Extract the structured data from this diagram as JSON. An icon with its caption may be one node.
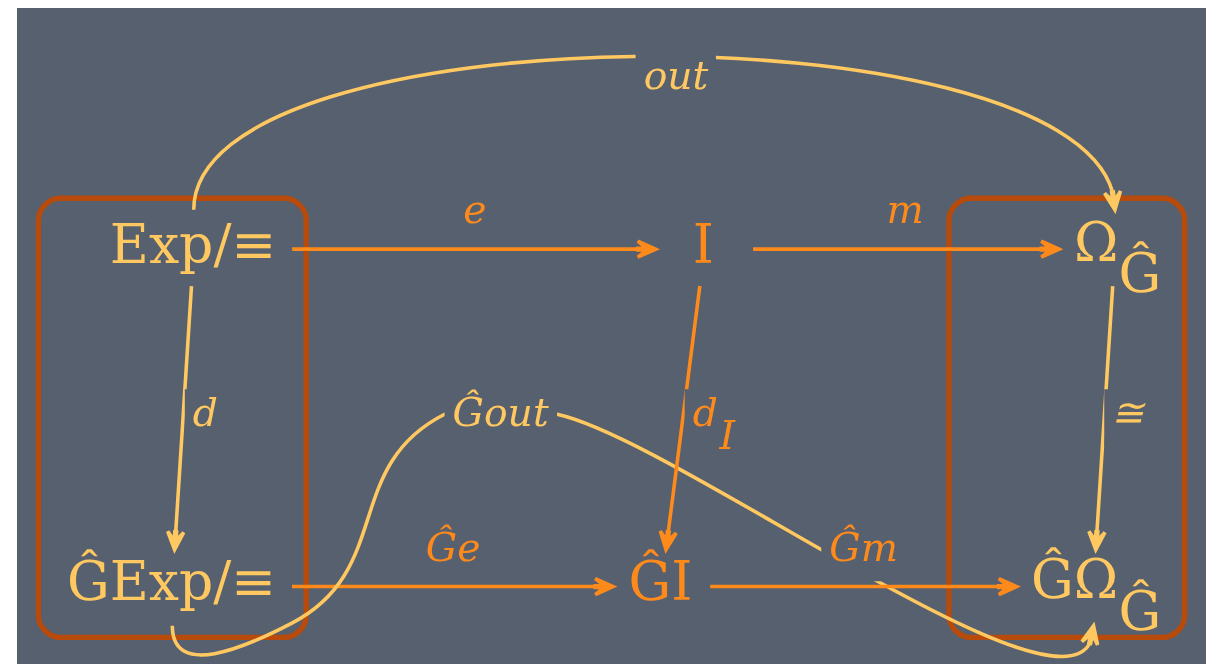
{
  "diagram": {
    "nodes": [
      {
        "text": [],
        "shape": "box"
      },
      {
        "text": [
          "Exp/≡"
        ],
        "in": 0
      },
      {
        "text": [
          "ĜExp/≡"
        ],
        "in": 0
      },
      {
        "text": [
          "I"
        ]
      },
      {
        "text": [
          "ĜI"
        ]
      },
      {
        "text": [],
        "shape": "box"
      },
      {
        "text": [
          "Ω$_{Ĝ}$"
        ],
        "in": 5
      },
      {
        "text": [
          "ĜΩ$_{Ĝ}$"
        ],
        "in": 5
      }
    ],
    "edges": [
      {
        "from": 1,
        "to": 6,
        "arrow": "to",
        "label": "out",
        "color": "#ffc861"
      },
      {
        "from": 1,
        "to": 3,
        "arrow": "to",
        "label": "e"
      },
      {
        "from": 3,
        "to": 6,
        "arrow": "to",
        "label": "m"
      },
      {
        "from": 1,
        "to": 2,
        "arrow": "to",
        "label": "d",
        "color": "#ffc861"
      },
      {
        "from": 3,
        "to": 4,
        "arrow": "to",
        "label": "d$_{I}$"
      },
      {
        "from": 6,
        "to": 7,
        "arrow": "to",
        "label": "≅",
        "color": "#ffc861"
      },
      {
        "from": 2,
        "to": 4,
        "arrow": "to",
        "label": "Ĝe"
      },
      {
        "from": 4,
        "to": 7,
        "arrow": "to",
        "label": "Ĝm"
      },
      {
        "from": 2,
        "to": 7,
        "arrow": "to",
        "label": "Ĝout",
        "color": "#ffc861"
      }
    ]
  }
}
